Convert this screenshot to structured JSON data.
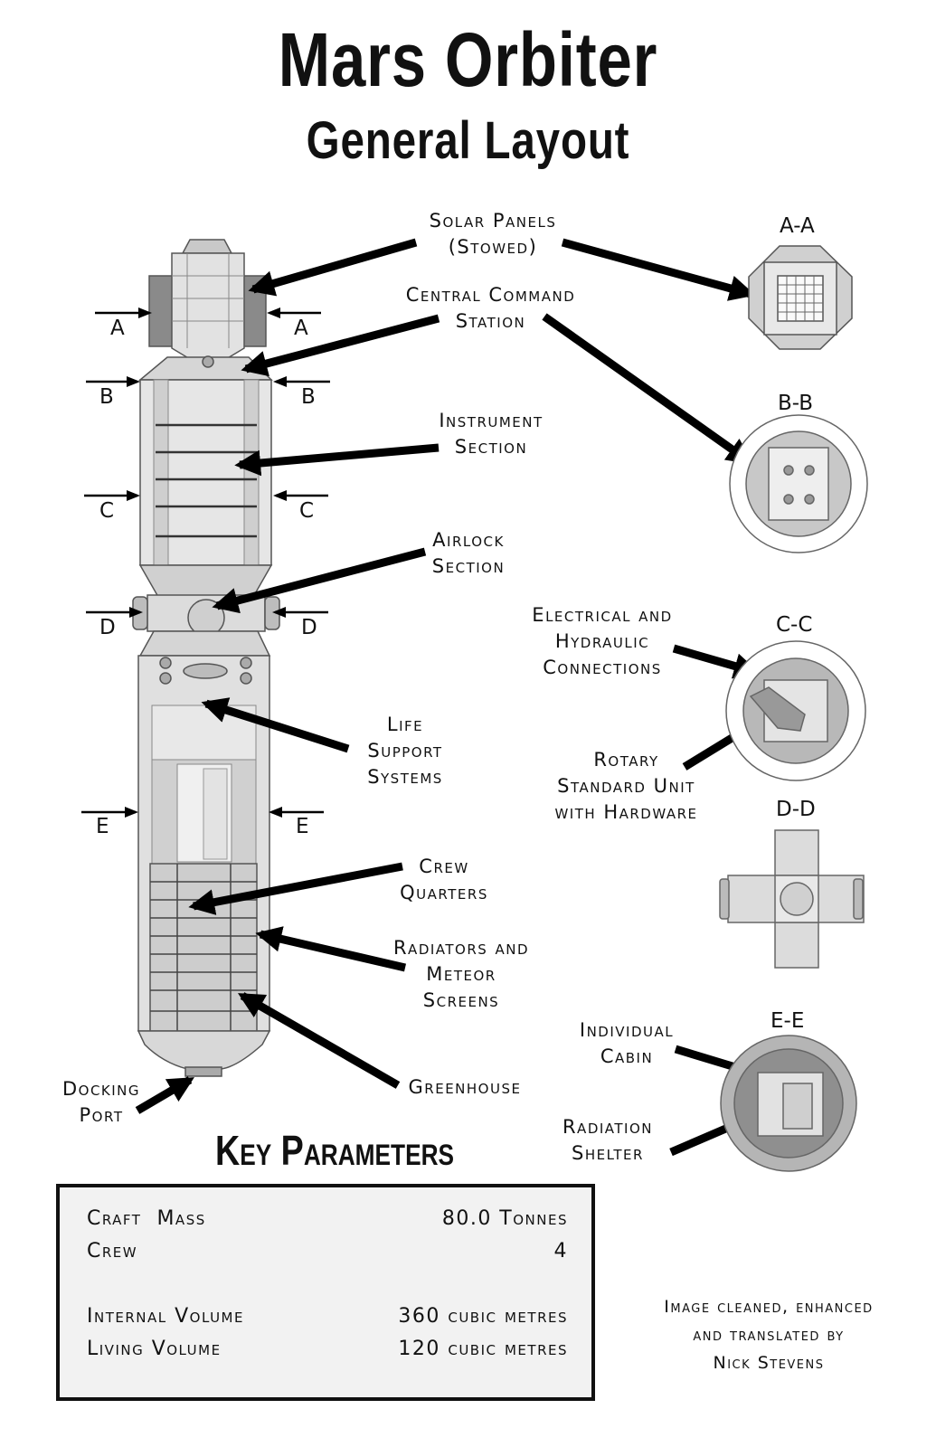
{
  "title": "Mars Orbiter",
  "subtitle": "General Layout",
  "labels": {
    "solar_panels": [
      "Solar Panels",
      "(Stowed)"
    ],
    "central_command": [
      "Central Command",
      "Station"
    ],
    "instrument": [
      "Instrument",
      "Section"
    ],
    "airlock": [
      "Airlock",
      "Section"
    ],
    "life_support": [
      "Life",
      "Support",
      "Systems"
    ],
    "crew_quarters": [
      "Crew",
      "Quarters"
    ],
    "radiators": [
      "Radiators and",
      "Meteor",
      "Screens"
    ],
    "greenhouse": [
      "Greenhouse"
    ],
    "docking_port": [
      "Docking",
      "Port"
    ],
    "electrical": [
      "Electrical and",
      "Hydraulic",
      "Connections"
    ],
    "rotary": [
      "Rotary",
      "Standard Unit",
      "with Hardware"
    ],
    "individual_cabin": [
      "Individual",
      "Cabin"
    ],
    "radiation_shelter": [
      "Radiation",
      "Shelter"
    ]
  },
  "section_marks": [
    "A",
    "B",
    "C",
    "D",
    "E"
  ],
  "section_views": [
    "A-A",
    "B-B",
    "C-C",
    "D-D",
    "E-E"
  ],
  "key_parameters": {
    "heading": "Key Parameters",
    "rows": [
      {
        "name": "Craft  Mass",
        "value": "80.0 Tonnes"
      },
      {
        "name": "Crew",
        "value": "4"
      },
      {
        "name": "Internal Volume",
        "value": "360 cubic metres"
      },
      {
        "name": "Living Volume",
        "value": "120 cubic metres"
      }
    ]
  },
  "credit": [
    "Image cleaned, enhanced",
    "and translated by",
    "Nick Stevens"
  ]
}
